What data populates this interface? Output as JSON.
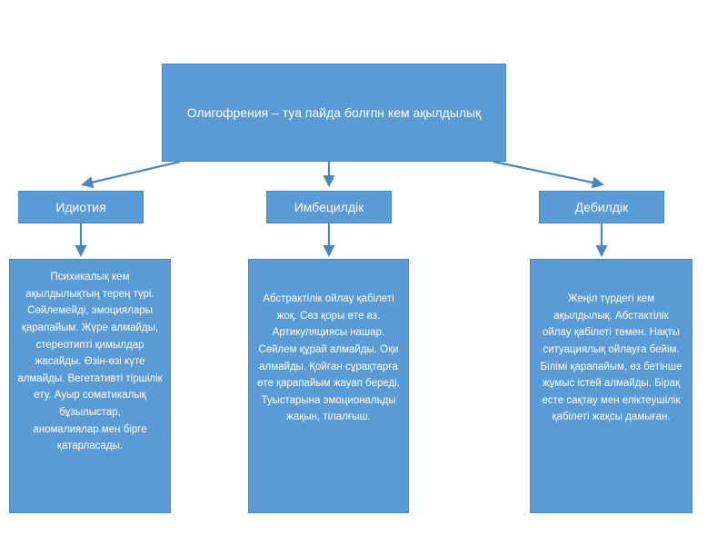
{
  "diagram": {
    "type": "hierarchy-flowchart",
    "colors": {
      "node_fill": "#5B9BD5",
      "node_border": "#4A86BE",
      "node_text": "#FFFFFF",
      "connector": "#4A86BE",
      "background": "#FFFFFF"
    },
    "root": {
      "label": "Олигофрения – туа пайда болғпн кем ақылдылық"
    },
    "branches": [
      {
        "title": "Идиотия",
        "description": "Психикалық кем ақылдылықтың терең түрі. Сөйлемейді, эмоциялары қарапайым. Жүре алмайды, стереотипті қимылдар жасайды. Өзін-өзі күте алмайды. Вегетативті тіршілік ету. Ауыр соматикалық бұзылыстар, аномалиялар.мен бірге қатарласады.",
        "connector": "diagonal-arrow-left"
      },
      {
        "title": "Имбецилдік",
        "description": "Абстрактілік ойлау қабілеті жоқ. Сөз қоры өте аз. Артикуляциясы нашар. Сөйлем құрай алмайды. Оқи алмайды. Қойған сұрақтарға өте қарапайым жауап береді. Туыстарына эмоциональды жақын, тілалғыш.",
        "connector": "vertical-arrow"
      },
      {
        "title": "Дебилдік",
        "description": "Жеңіл түрдегі кем ақылдылық. Абстактілік ойлау қабілеті төмен. Нақты ситуациялық ойлауға бейім. Білімі қарапайым, өз бетінше жұмыс істей алмайды. Бірақ есте сақтау мен еліктеушілік қабілеті жақсы дамыған.",
        "connector": "diagonal-arrow-right"
      }
    ]
  }
}
